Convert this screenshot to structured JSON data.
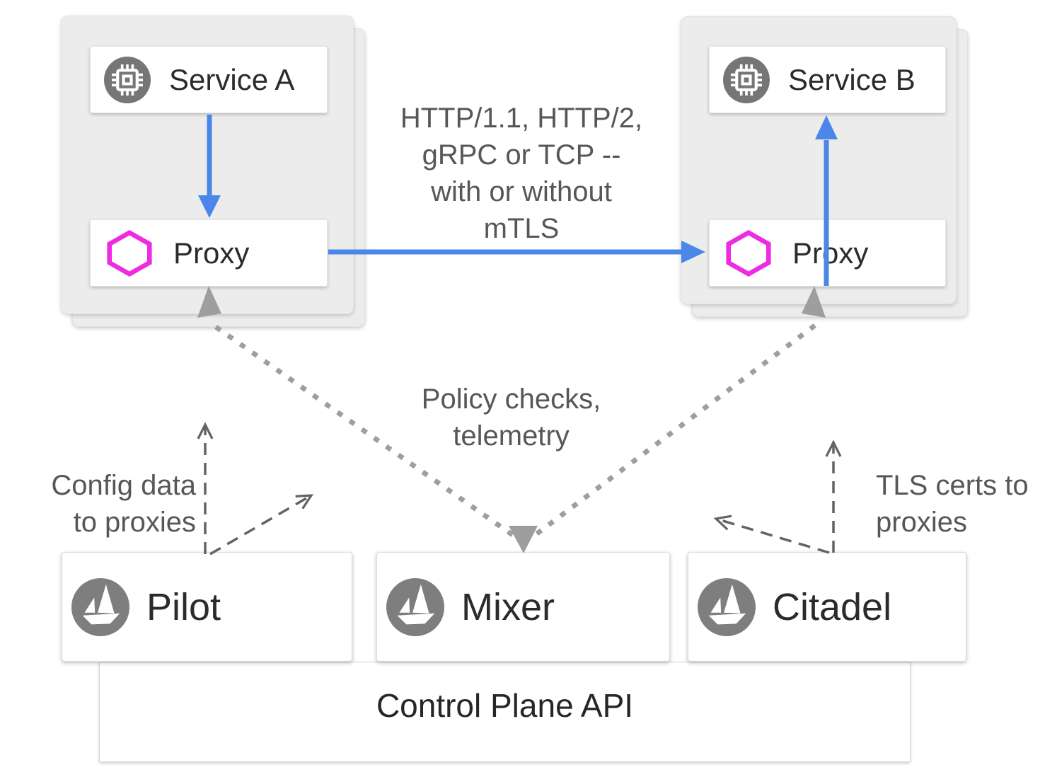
{
  "nodes": {
    "service_a": "Service A",
    "proxy_a": "Proxy",
    "service_b": "Service B",
    "proxy_b": "Proxy",
    "pilot": "Pilot",
    "mixer": "Mixer",
    "citadel": "Citadel",
    "control_plane_api": "Control Plane API"
  },
  "annotations": {
    "traffic": {
      "line1": "HTTP/1.1, HTTP/2,",
      "line2": "gRPC or TCP --",
      "line3": "with or without",
      "line4": "mTLS"
    },
    "policy": {
      "line1": "Policy checks,",
      "line2": "telemetry"
    },
    "config": {
      "line1": "Config data",
      "line2": "to proxies"
    },
    "tls": {
      "line1": "TLS certs to",
      "line2": "proxies"
    }
  },
  "icons": {
    "service": "chip-icon",
    "proxy": "hexagon-icon",
    "control_plane": "istio-sailboat-icon"
  },
  "colors": {
    "traffic_arrow_blue": "#4a87e8",
    "proxy_hexagon_magenta": "#ee2be2",
    "mixer_dotted_gray": "#9e9e9e",
    "dashed_arrow_gray": "#636363",
    "pod_background": "#ececec",
    "icon_circle_gray": "#767676",
    "istio_logo_gray": "#7e7e7e",
    "annotation_text": "#56575b",
    "label_text": "#2b2b2b"
  }
}
